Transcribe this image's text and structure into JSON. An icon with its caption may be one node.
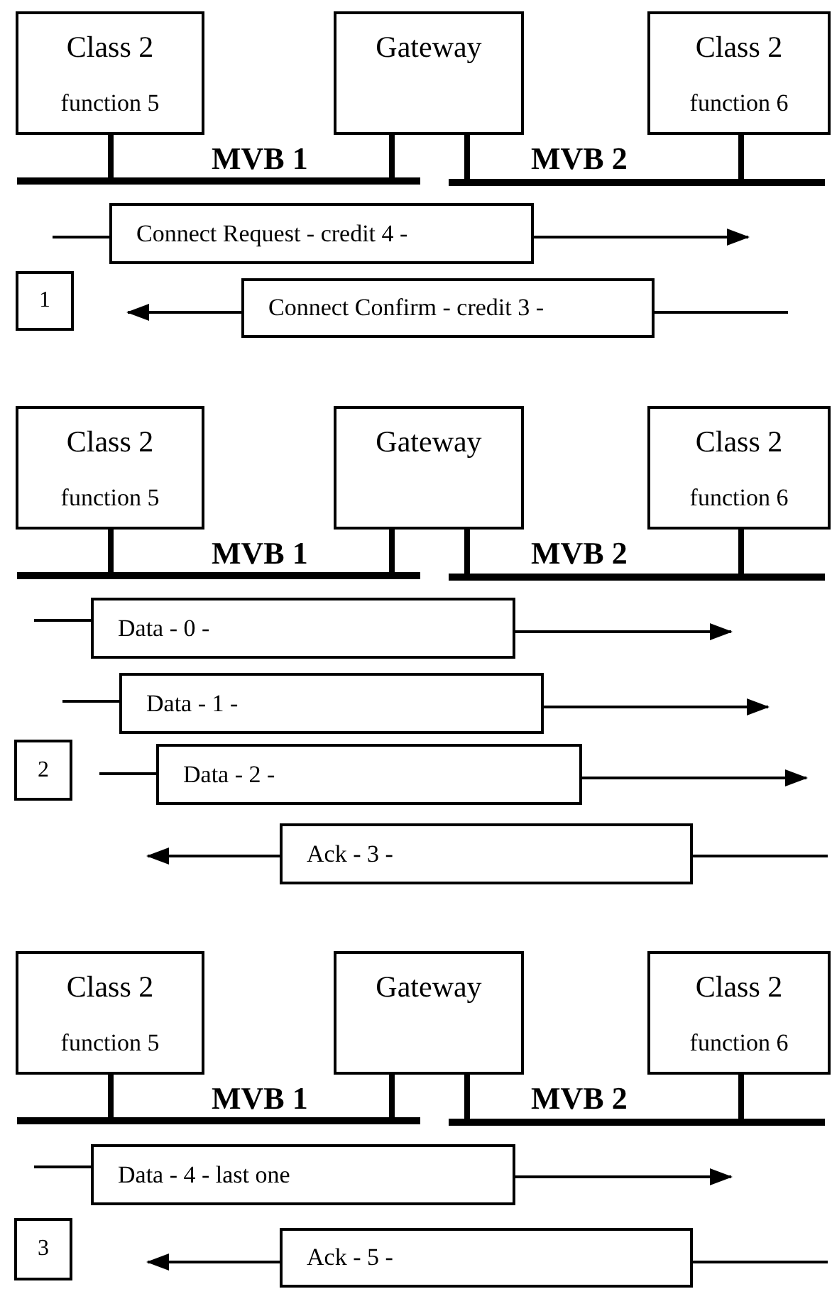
{
  "diagram": {
    "nodes": [
      {
        "text": [
          "Class 2",
          "function 5"
        ]
      },
      {
        "text": [
          "Gateway"
        ]
      },
      {
        "text": [
          "Class 2",
          "function 6"
        ]
      },
      {
        "text": [],
        "shape": "bar",
        "beside": [
          "MVB 1"
        ]
      },
      {
        "text": [],
        "shape": "bar",
        "beside": [
          "MVB 2"
        ]
      },
      {
        "text": [
          "Connect Request - credit 4 -"
        ]
      },
      {
        "text": [
          "1"
        ]
      },
      {
        "text": [
          "Connect Confirm - credit 3 -"
        ]
      },
      {
        "text": [
          "Class 2",
          "function 5"
        ]
      },
      {
        "text": [
          "Gateway"
        ]
      },
      {
        "text": [
          "Class 2",
          "function 6"
        ]
      },
      {
        "text": [],
        "shape": "bar",
        "beside": [
          "MVB 1"
        ]
      },
      {
        "text": [],
        "shape": "bar",
        "beside": [
          "MVB 2"
        ]
      },
      {
        "text": [
          "Data - 0 -"
        ]
      },
      {
        "text": [
          "Data - 1 -"
        ]
      },
      {
        "text": [
          "2"
        ]
      },
      {
        "text": [
          "Data - 2 -"
        ]
      },
      {
        "text": [
          "Ack - 3 -"
        ]
      },
      {
        "text": [
          "Class 2",
          "function 5"
        ]
      },
      {
        "text": [
          "Gateway"
        ]
      },
      {
        "text": [
          "Class 2",
          "function 6"
        ]
      },
      {
        "text": [],
        "shape": "bar",
        "beside": [
          "MVB 1"
        ]
      },
      {
        "text": [],
        "shape": "bar",
        "beside": [
          "MVB 2"
        ]
      },
      {
        "text": [
          "Data - 4 - last one"
        ]
      },
      {
        "text": [
          "3"
        ]
      },
      {
        "text": [
          "Ack - 5 -"
        ]
      }
    ],
    "edges": [
      {
        "from": 0,
        "to": 3,
        "arrow": "none",
        "style": "thick"
      },
      {
        "from": 1,
        "to": 3,
        "arrow": "none",
        "style": "thick"
      },
      {
        "from": 1,
        "to": 4,
        "arrow": "none",
        "style": "thick"
      },
      {
        "from": 2,
        "to": 4,
        "arrow": "none",
        "style": "thick"
      },
      {
        "from": null,
        "to": 5,
        "arrow": "none"
      },
      {
        "from": 5,
        "to": null,
        "arrow": "to"
      },
      {
        "from": null,
        "to": 7,
        "arrow": "none"
      },
      {
        "from": 7,
        "to": null,
        "arrow": "to"
      },
      {
        "from": 8,
        "to": 11,
        "arrow": "none",
        "style": "thick"
      },
      {
        "from": 9,
        "to": 11,
        "arrow": "none",
        "style": "thick"
      },
      {
        "from": 9,
        "to": 12,
        "arrow": "none",
        "style": "thick"
      },
      {
        "from": 10,
        "to": 12,
        "arrow": "none",
        "style": "thick"
      },
      {
        "from": null,
        "to": 13,
        "arrow": "none"
      },
      {
        "from": 13,
        "to": null,
        "arrow": "to"
      },
      {
        "from": null,
        "to": 14,
        "arrow": "none"
      },
      {
        "from": 14,
        "to": null,
        "arrow": "to"
      },
      {
        "from": null,
        "to": 16,
        "arrow": "none"
      },
      {
        "from": 16,
        "to": null,
        "arrow": "to"
      },
      {
        "from": null,
        "to": 17,
        "arrow": "none"
      },
      {
        "from": 17,
        "to": null,
        "arrow": "to"
      },
      {
        "from": 18,
        "to": 21,
        "arrow": "none",
        "style": "thick"
      },
      {
        "from": 19,
        "to": 21,
        "arrow": "none",
        "style": "thick"
      },
      {
        "from": 19,
        "to": 22,
        "arrow": "none",
        "style": "thick"
      },
      {
        "from": 20,
        "to": 22,
        "arrow": "none",
        "style": "thick"
      },
      {
        "from": null,
        "to": 23,
        "arrow": "none"
      },
      {
        "from": 23,
        "to": null,
        "arrow": "to"
      },
      {
        "from": null,
        "to": 25,
        "arrow": "none"
      },
      {
        "from": 25,
        "to": null,
        "arrow": "to"
      }
    ]
  }
}
